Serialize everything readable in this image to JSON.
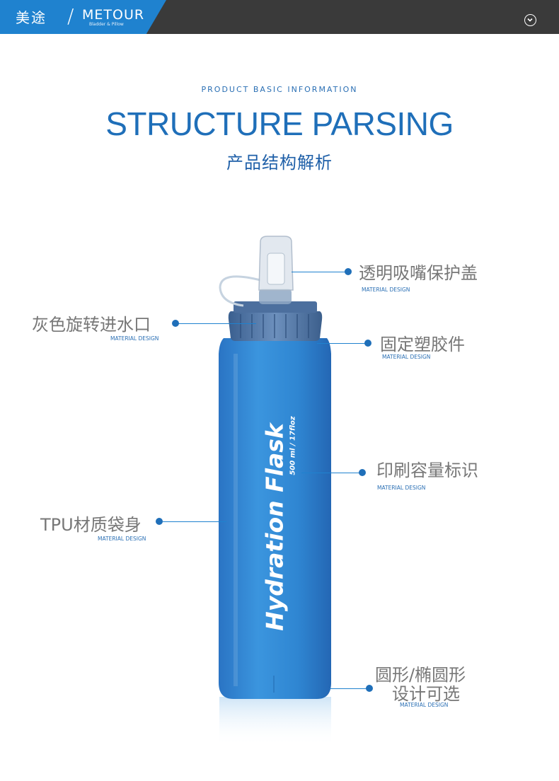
{
  "header": {
    "brand_cn": "美途",
    "separator": "/",
    "brand_en": "METOUR",
    "brand_tagline": "Bladder & Pillow",
    "menu_icon": "chevron-down-circle-icon"
  },
  "intro": {
    "eyebrow": "PRODUCT BASIC INFORMATION",
    "title": "STRUCTURE PARSING",
    "subtitle": "产品结构解析"
  },
  "bottle": {
    "brand_text": "Hydration Flask",
    "capacity_text": "500 ml / 17floz",
    "color": "#2f87d3"
  },
  "callouts": [
    {
      "label": "透明吸嘴保护盖",
      "sub": "MATERIAL DESIGN"
    },
    {
      "label": "灰色旋转进水口",
      "sub": "MATERIAL DESIGN"
    },
    {
      "label": "固定塑胶件",
      "sub": "MATERIAL DESIGN"
    },
    {
      "label": "印刷容量标识",
      "sub": "MATERIAL DESIGN"
    },
    {
      "label": "TPU材质袋身",
      "sub": "MATERIAL DESIGN"
    },
    {
      "label": "圆形/椭圆形",
      "label2": "设计可选",
      "sub": "MATERIAL DESIGN"
    }
  ]
}
